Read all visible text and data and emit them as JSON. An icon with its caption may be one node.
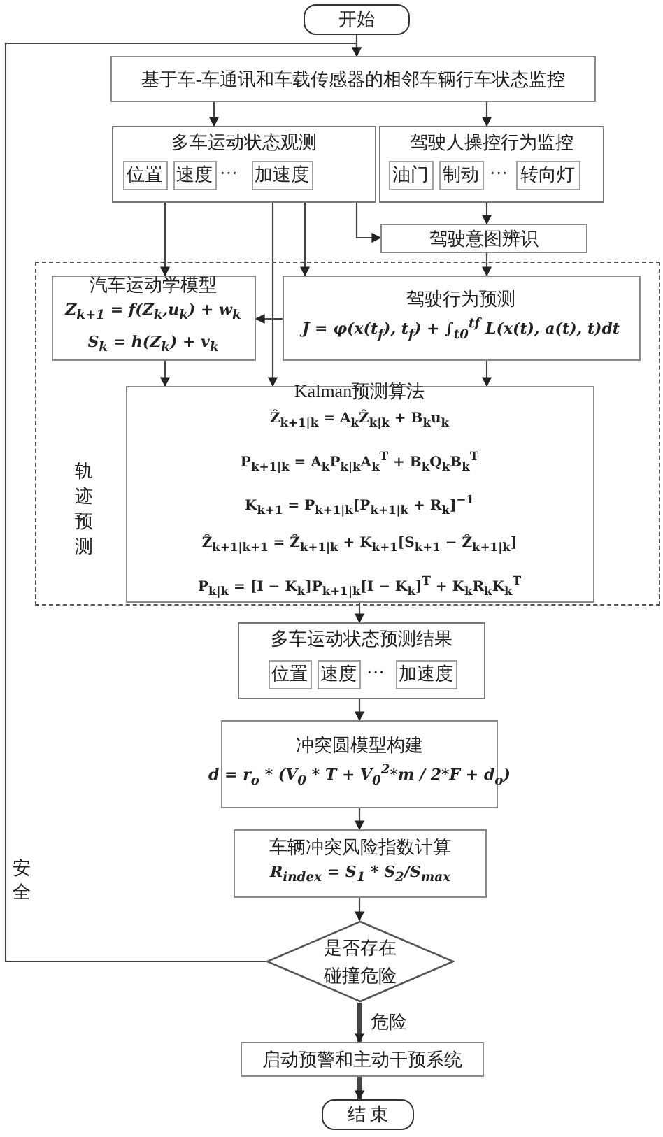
{
  "diagram": {
    "nodes": [
      {
        "text": [
          "开始"
        ]
      },
      {
        "text": [
          "基于车-车通讯和车载传感器的相邻车辆行车状态监控"
        ]
      },
      {
        "text": [
          "多车运动状态观测"
        ]
      },
      {
        "text": [
          "位置"
        ],
        "in": 2
      },
      {
        "text": [
          "速度"
        ],
        "in": 2
      },
      {
        "text": [
          "加速度"
        ],
        "in": 2
      },
      {
        "text": [
          "驾驶人操控行为监控"
        ]
      },
      {
        "text": [
          "油门"
        ],
        "in": 6
      },
      {
        "text": [
          "制动"
        ],
        "in": 6
      },
      {
        "text": [
          "转向灯"
        ],
        "in": 6
      },
      {
        "text": [
          "驾驶意图辨识"
        ]
      },
      {
        "text": [
          "轨迹预测"
        ]
      },
      {
        "text": [
          "汽车运动学模型",
          "Z$_{k+1}$ = f(Z$_{k}$,u$_{k}$) + w$_{k}$",
          "S$_{k}$ = h(Z$_{k}$) + v$_{k}$"
        ],
        "in": 11
      },
      {
        "text": [
          "驾驶行为预测",
          "J = φ(x(t$_{f}$), t$_{f}$) + ∫$_{t0}$$^{tf}$ L(x(t), a(t), t)dt"
        ],
        "in": 11
      },
      {
        "text": [
          "Kalman预测算法",
          "Ẑ$_{k+1|k}$ = A$_{k}$Ẑ$_{k|k}$ + B$_{k}$u$_{k}$",
          "P$_{k+1|k}$ = A$_{k}$P$_{k|k}$A$_{k}$$^{T}$ + B$_{k}$Q$_{k}$B$_{k}$$^{T}$",
          "K$_{k+1}$ = P$_{k+1|k}$[P$_{k+1|k}$ + R$_{k}$]$^{−1}$",
          "Ẑ$_{k+1|k+1}$ = Ẑ$_{k+1|k}$ + K$_{k+1}$[S$_{k+1}$ − Ẑ$_{k+1|k}$]",
          "P$_{k|k}$ = [I − K$_{k}$]P$_{k+1|k}$[I − K$_{k}$]$^{T}$ + K$_{k}$R$_{k}$K$_{k}$$^{T}$"
        ],
        "in": 11
      },
      {
        "text": [
          "多车运动状态预测结果"
        ]
      },
      {
        "text": [
          "位置"
        ],
        "in": 15
      },
      {
        "text": [
          "速度"
        ],
        "in": 15
      },
      {
        "text": [
          "加速度"
        ],
        "in": 15
      },
      {
        "text": [
          "冲突圆模型构建",
          "d = r$_{o}$ * (V$_{0}$ * T + V$_{0}$$^{2}$*m / 2*F + d$_{o}$)"
        ]
      },
      {
        "text": [
          "车辆冲突风险指数计算",
          "R$_{index}$ = S$_{1}$ * S$_{2}$/S$_{max}$"
        ]
      },
      {
        "text": [
          "是否存在碰撞危险"
        ]
      },
      {
        "text": [
          "启动预警和主动干预系统"
        ]
      },
      {
        "text": [
          "结 束"
        ]
      }
    ],
    "edges": [
      {
        "from": 0,
        "to": 1,
        "arrow": "to"
      },
      {
        "from": 1,
        "to": 2,
        "arrow": "to"
      },
      {
        "from": 1,
        "to": 6,
        "arrow": "to"
      },
      {
        "from": 2,
        "to": 10,
        "arrow": "to"
      },
      {
        "from": 6,
        "to": 10,
        "arrow": "to"
      },
      {
        "from": 2,
        "to": 12,
        "arrow": "to"
      },
      {
        "from": 2,
        "to": 14,
        "arrow": "to"
      },
      {
        "from": 2,
        "to": 13,
        "arrow": "to"
      },
      {
        "from": 10,
        "to": 13,
        "arrow": "to"
      },
      {
        "from": 13,
        "to": 12,
        "arrow": "to"
      },
      {
        "from": 12,
        "to": 14,
        "arrow": "to"
      },
      {
        "from": 13,
        "to": 14,
        "arrow": "to"
      },
      {
        "from": 14,
        "to": 15,
        "arrow": "to"
      },
      {
        "from": 15,
        "to": 19,
        "arrow": "to"
      },
      {
        "from": 19,
        "to": 20,
        "arrow": "to"
      },
      {
        "from": 20,
        "to": 21,
        "arrow": "to"
      },
      {
        "from": 21,
        "to": 22,
        "label": "危险",
        "arrow": "to",
        "style": "thick"
      },
      {
        "from": 22,
        "to": 23,
        "arrow": "to",
        "style": "thick"
      },
      {
        "from": 21,
        "to": 1,
        "label": "安全",
        "arrow": "to"
      }
    ],
    "labels": [
      "···",
      "···",
      "···"
    ]
  }
}
